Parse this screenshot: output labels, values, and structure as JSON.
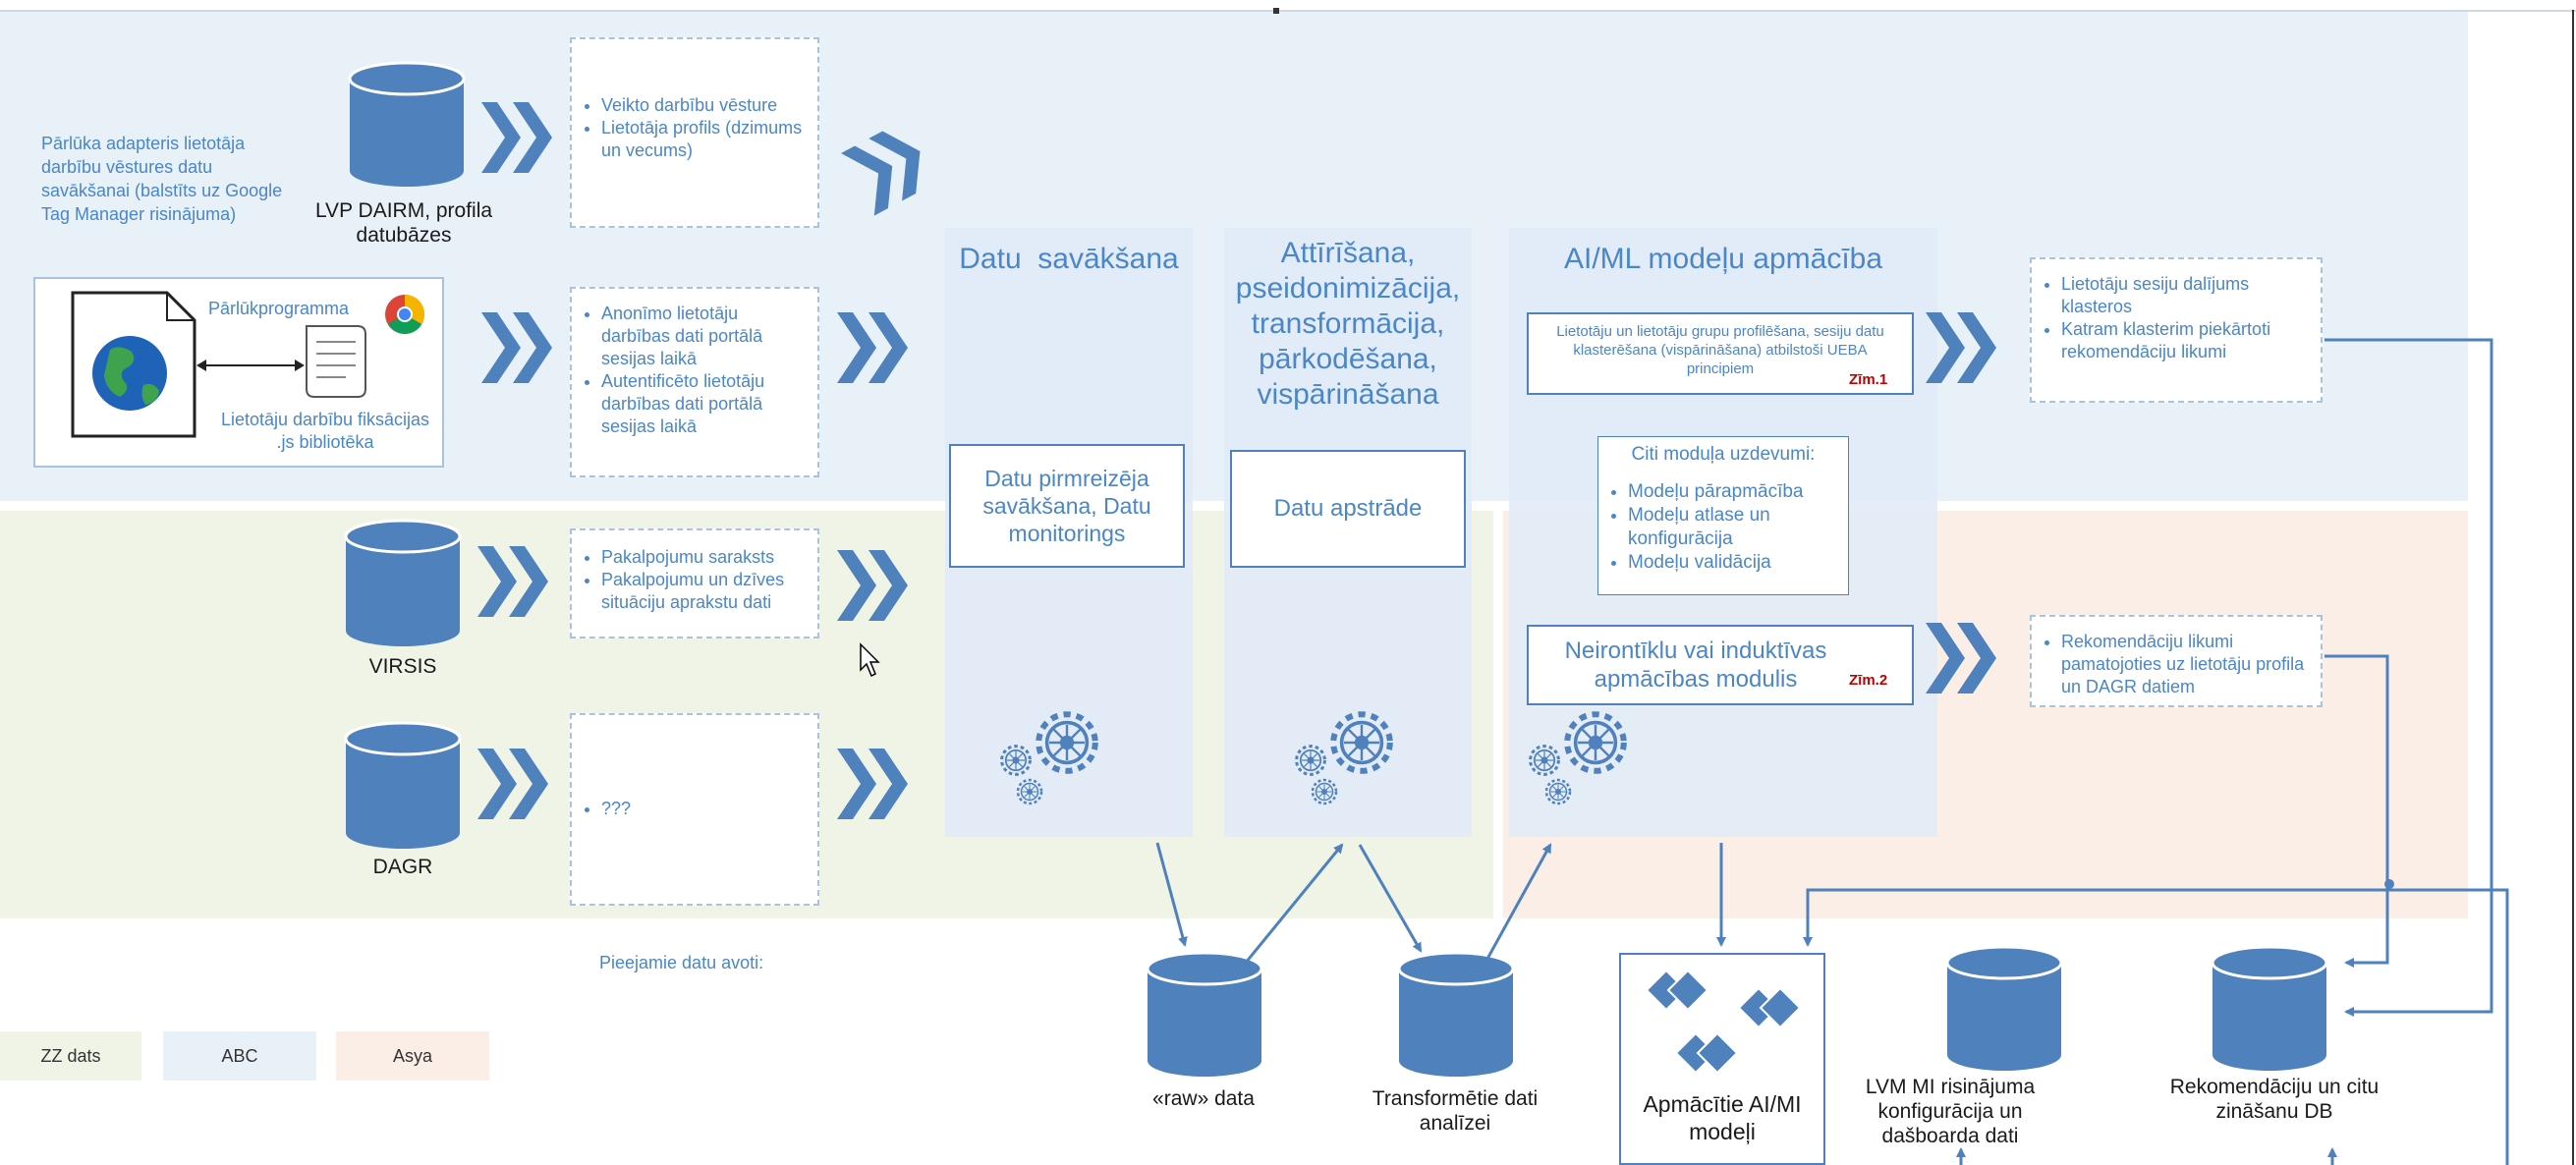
{
  "sources": {
    "lvp_label": "LVP DAIRM, profila datubāzes",
    "adapter_note": "Pārlūka adapteris lietotāja darbību vēstures datu savākšanai (balstīts uz Google Tag Manager risinājuma)",
    "browser_label": "Pārlūkprogramma",
    "js_lib_label": "Lietotāju darbību fiksācijas .js bibliotēka",
    "virsis_label": "VIRSIS",
    "dagr_label": "DAGR",
    "available_label": "Pieejamie datu avoti:"
  },
  "data_boxes": {
    "box1": [
      "Veikto darbību vēsture",
      "Lietotāja profils (dzimums un vecums)"
    ],
    "box2": [
      "Anonīmo lietotāju darbības dati portālā sesijas laikā",
      "Autentificēto lietotāju darbības dati portālā sesijas laikā"
    ],
    "box3": [
      "Pakalpojumu saraksts",
      "Pakalpojumu un dzīves situāciju aprakstu dati"
    ],
    "box4": [
      "???"
    ]
  },
  "columns": {
    "collect_title": "Datu  savākšana",
    "collect_box": "Datu pirmreizēja savākšana, Datu monitorings",
    "process_title": "Attīrīšana, pseidonimizācija, transformācija, pārkodēšana, vispārināšana",
    "process_box": "Datu apstrāde",
    "ml_title": "AI/ML modeļu apmācība",
    "ml_box1": "Lietotāju un lietotāju grupu profilēšana, sesiju datu klasterēšana (vispārināšana) atbilstoši UEBA principiem",
    "ml_box1_tag": "Zīm.1",
    "ml_tasks_title": "Citi moduļa uzdevumi:",
    "ml_tasks": [
      "Modeļu pārapmācība",
      "Modeļu atlase un konfigurācija",
      "Modeļu validācija"
    ],
    "ml_box2": "Neirontīklu vai induktīvas apmācības modulis",
    "ml_box2_tag": "Zīm.2"
  },
  "outputs": {
    "out1": [
      "Lietotāju sesiju dalījums klasteros",
      "Katram klasterim piekārtoti rekomendāciju likumi"
    ],
    "out2": [
      "Rekomendāciju likumi pamatojoties uz lietotāju profila un DAGR datiem"
    ]
  },
  "databases": {
    "raw": "«raw» data",
    "transformed": "Transformētie dati analīzei",
    "trained": "Apmācītie AI/MI modeļi",
    "lvm": "LVM MI risinājuma konfigurācija un dašboarda dati",
    "reco": "Rekomendāciju un citu zināšanu DB"
  },
  "legend": [
    "ZZ dats",
    "ABC",
    "Asya"
  ],
  "colors": {
    "accent": "#4f81bd",
    "text_blue": "#4a86c8",
    "band_blue": "#e8f0f8",
    "band_green": "#eff4e6",
    "band_orange": "#fbeee6",
    "tag_red": "#c00000"
  }
}
